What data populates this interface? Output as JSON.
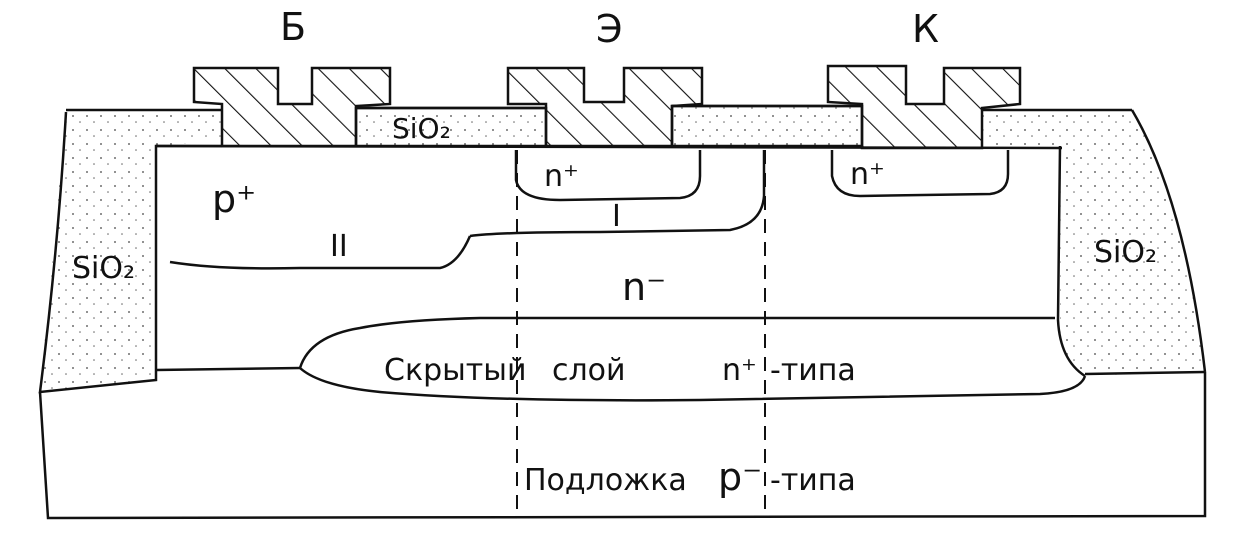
{
  "terminals": {
    "base": "Б",
    "emitter": "Э",
    "collector": "К"
  },
  "oxide": {
    "left": "SiO₂",
    "center": "SiO₂",
    "right": "SiO₂"
  },
  "regions": {
    "p_plus": "p⁺",
    "n_plus_emitter": "n⁺",
    "n_plus_collector": "n⁺",
    "n_minus": "n⁻",
    "roman_one": "I",
    "roman_two": "II",
    "buried_layer_1": "Скрытый",
    "buried_layer_2": "слой",
    "buried_layer_3": "n⁺",
    "buried_layer_4": "-типа",
    "substrate_1": "Подложка",
    "substrate_2": "p⁻",
    "substrate_3": "-типа"
  },
  "colors": {
    "ink": "#111111",
    "oxide_fill": "#f3f3f3",
    "metal_fill": "#ffffff"
  }
}
